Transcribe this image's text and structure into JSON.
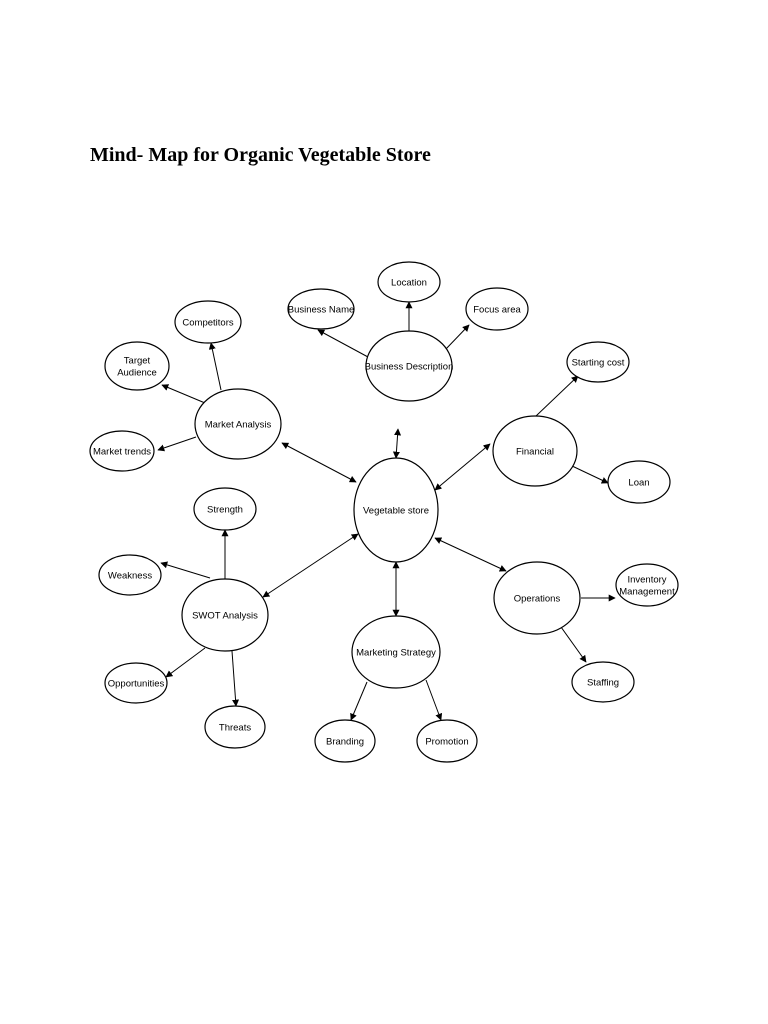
{
  "title": "Mind- Map for Organic Vegetable Store",
  "nodes": {
    "vegetable_store": [
      "Vegetable store"
    ],
    "business_description": [
      "Business Description"
    ],
    "location": [
      "Location"
    ],
    "business_name": [
      "Business Name"
    ],
    "focus_area": [
      "Focus area"
    ],
    "market_analysis": [
      "Market Analysis"
    ],
    "competitors": [
      "Competitors"
    ],
    "target_audience": [
      "Target",
      "Audience"
    ],
    "market_trends": [
      "Market trends"
    ],
    "financial": [
      "Financial"
    ],
    "starting_cost": [
      "Starting cost"
    ],
    "loan": [
      "Loan"
    ],
    "operations": [
      "Operations"
    ],
    "inventory_management": [
      "Inventory",
      "Management"
    ],
    "staffing": [
      "Staffing"
    ],
    "marketing_strategy": [
      "Marketing Strategy"
    ],
    "branding": [
      "Branding"
    ],
    "promotion": [
      "Promotion"
    ],
    "swot_analysis": [
      "SWOT Analysis"
    ],
    "strength": [
      "Strength"
    ],
    "weakness": [
      "Weakness"
    ],
    "opportunities": [
      "Opportunities"
    ],
    "threats": [
      "Threats"
    ]
  }
}
